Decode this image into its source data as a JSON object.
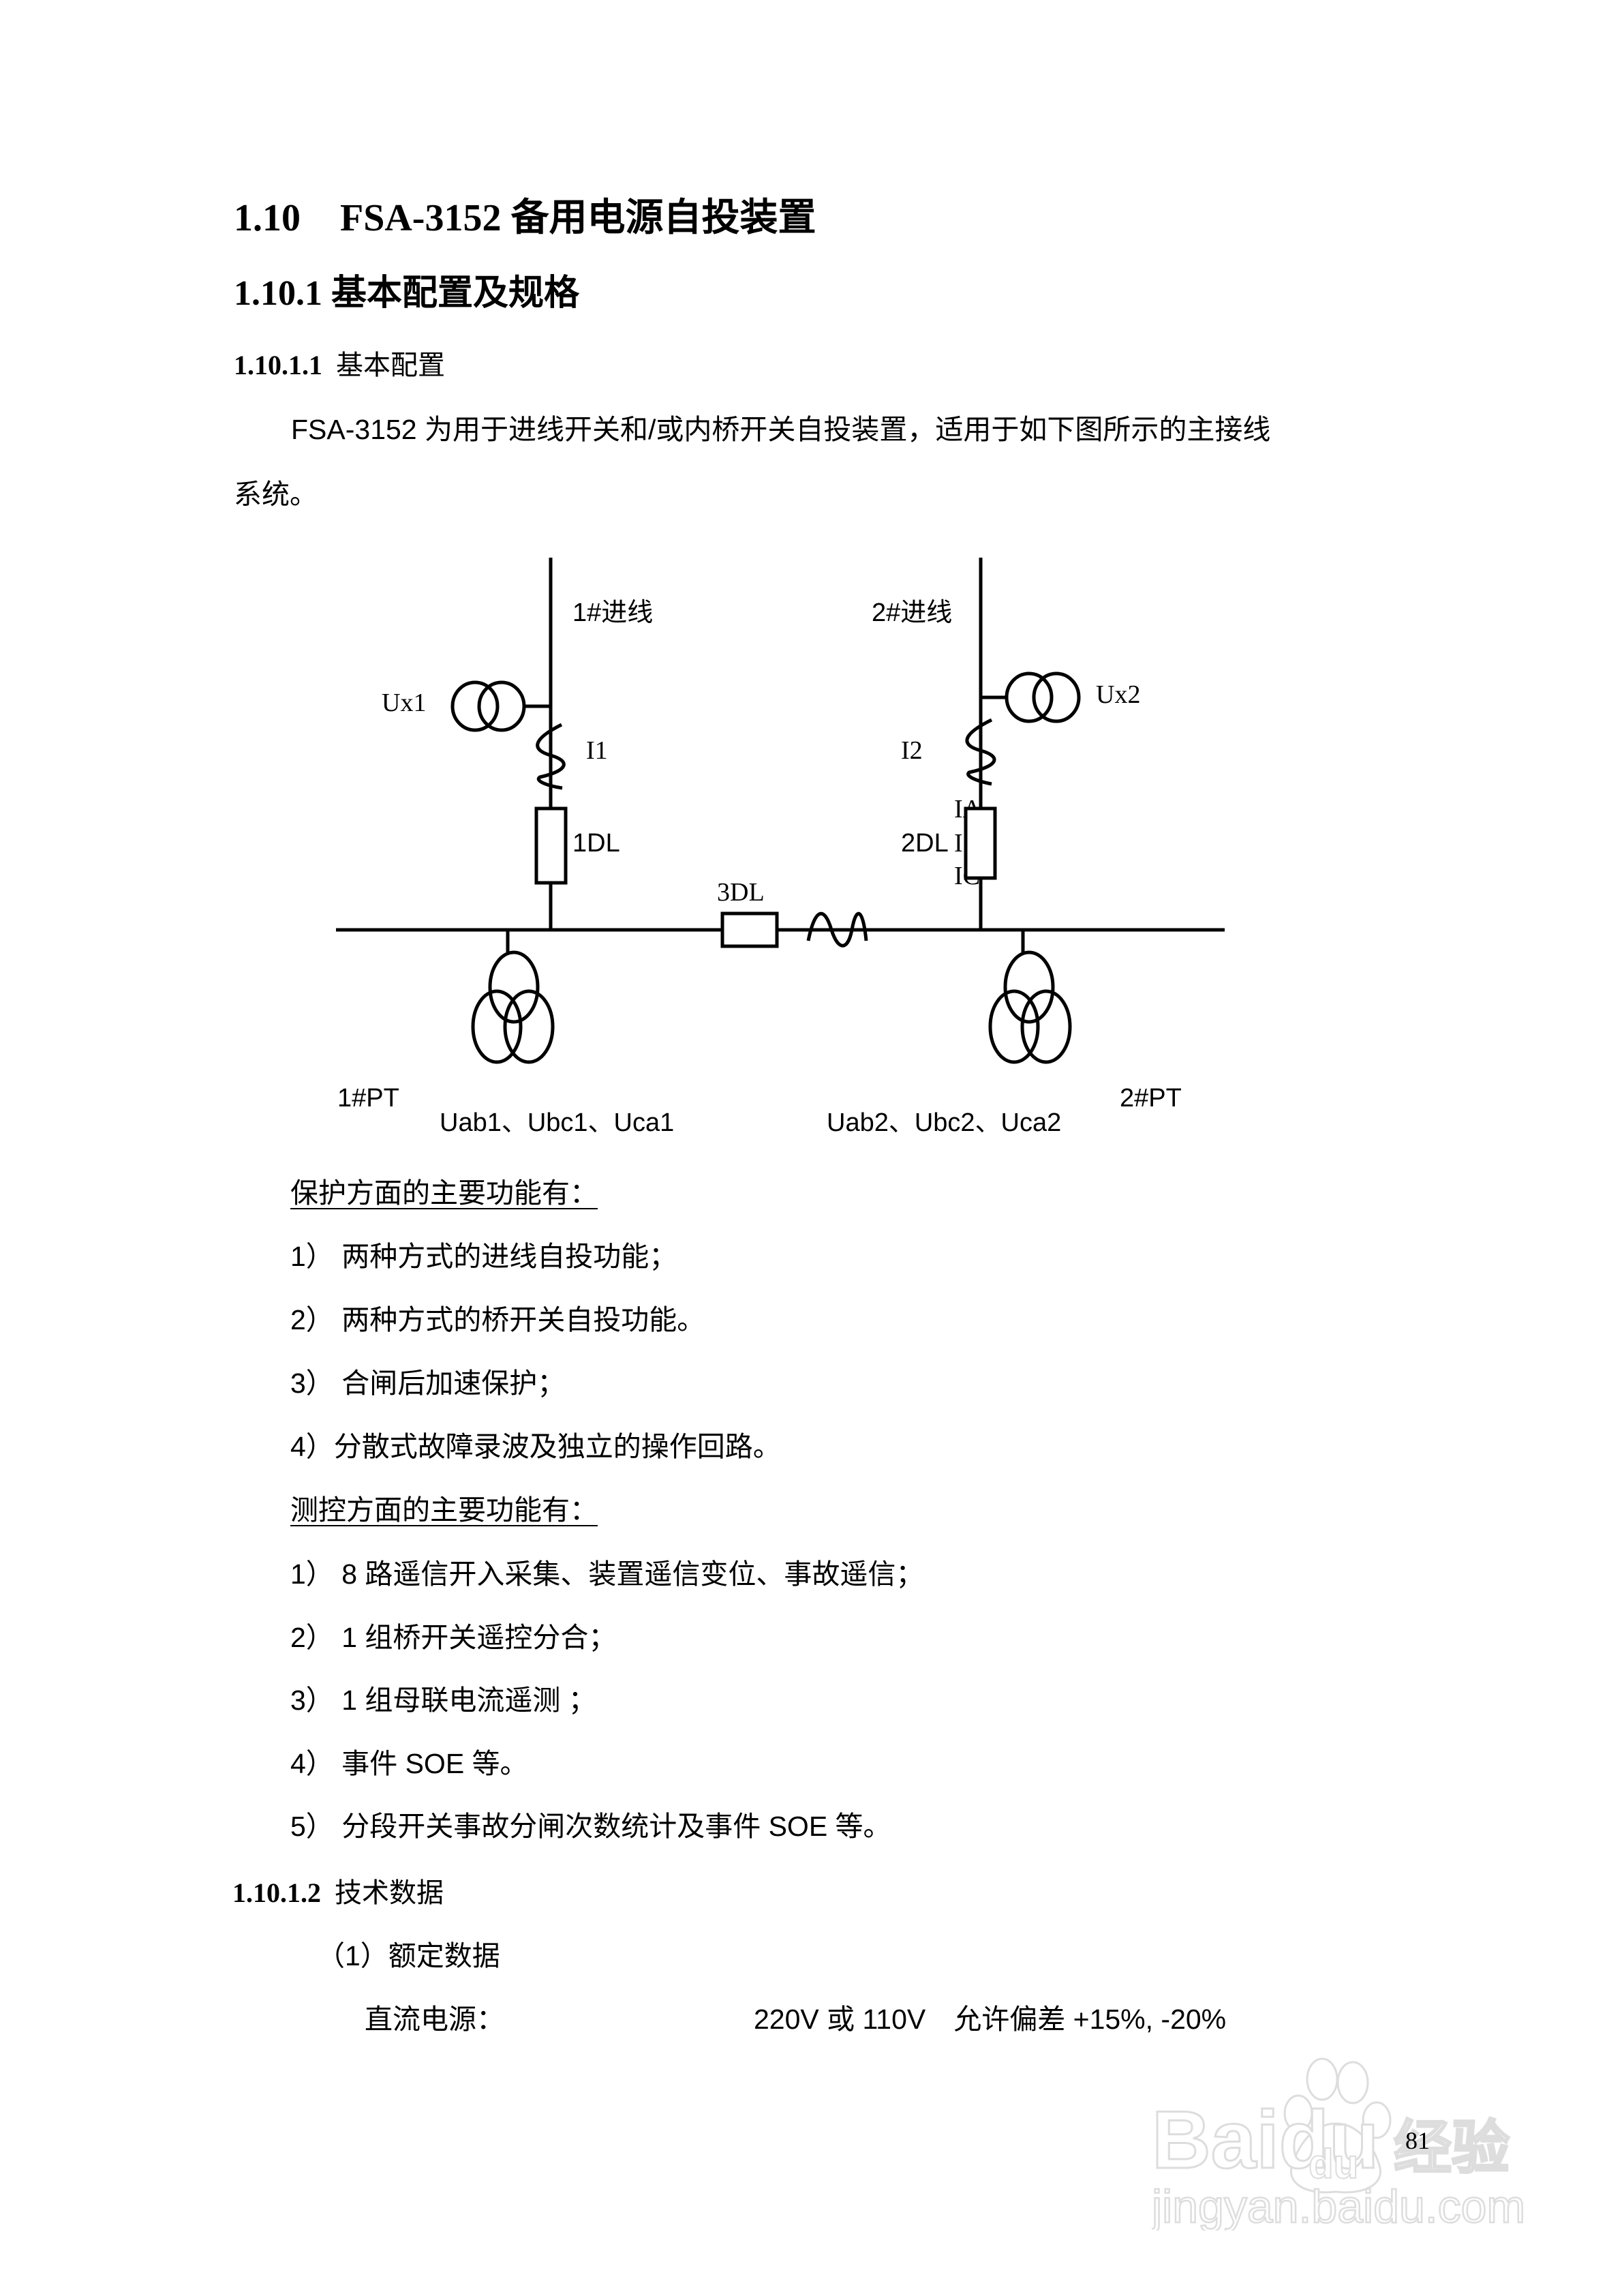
{
  "heading1": {
    "number": "1.10",
    "title": "FSA-3152 备用电源自投装置"
  },
  "heading2": {
    "number": "1.10.1",
    "title": "基本配置及规格"
  },
  "heading3a": {
    "number": "1.10.1.1",
    "title": "基本配置"
  },
  "intro": {
    "line1": "FSA-3152 为用于进线开关和/或内桥开关自投装置，适用于如下图所示的主接线",
    "line2": "系统。"
  },
  "diagram": {
    "labels": {
      "incoming1": "1#进线",
      "incoming2": "2#进线",
      "ux1": "Ux1",
      "ux2": "Ux2",
      "i1": "I1",
      "i2": "I2",
      "breaker1": "1DL",
      "breaker2": "2DL",
      "breaker3": "3DL",
      "ia": "IA",
      "ib": "I",
      "ic": "IC",
      "pt1": "1#PT",
      "pt2": "2#PT",
      "pt1_voltages": "Uab1、Ubc1、Uca1",
      "pt2_voltages": "Uab2、Ubc2、Uca2"
    }
  },
  "protection": {
    "heading": "保护方面的主要功能有：",
    "items": [
      "1） 两种方式的进线自投功能；",
      "2） 两种方式的桥开关自投功能。",
      "3） 合闸后加速保护；",
      "4）分散式故障录波及独立的操作回路。"
    ]
  },
  "control": {
    "heading": "测控方面的主要功能有：",
    "items": [
      "1） 8 路遥信开入采集、装置遥信变位、事故遥信；",
      "2） 1 组桥开关遥控分合；",
      "3） 1 组母联电流遥测 ；",
      "4） 事件 SOE 等。",
      "5） 分段开关事故分闸次数统计及事件 SOE 等。"
    ]
  },
  "heading3b": {
    "number": "1.10.1.2",
    "title": "技术数据"
  },
  "rated": {
    "heading": "（1）额定数据",
    "dc_label": "直流电源：",
    "dc_value": "220V 或 110V　允许偏差 +15%, -20%"
  },
  "footer": {
    "page_number": "81"
  },
  "watermark": {
    "brand": "Baidu",
    "brand_cn": "经验",
    "url": "jingyan.baidu.com"
  }
}
